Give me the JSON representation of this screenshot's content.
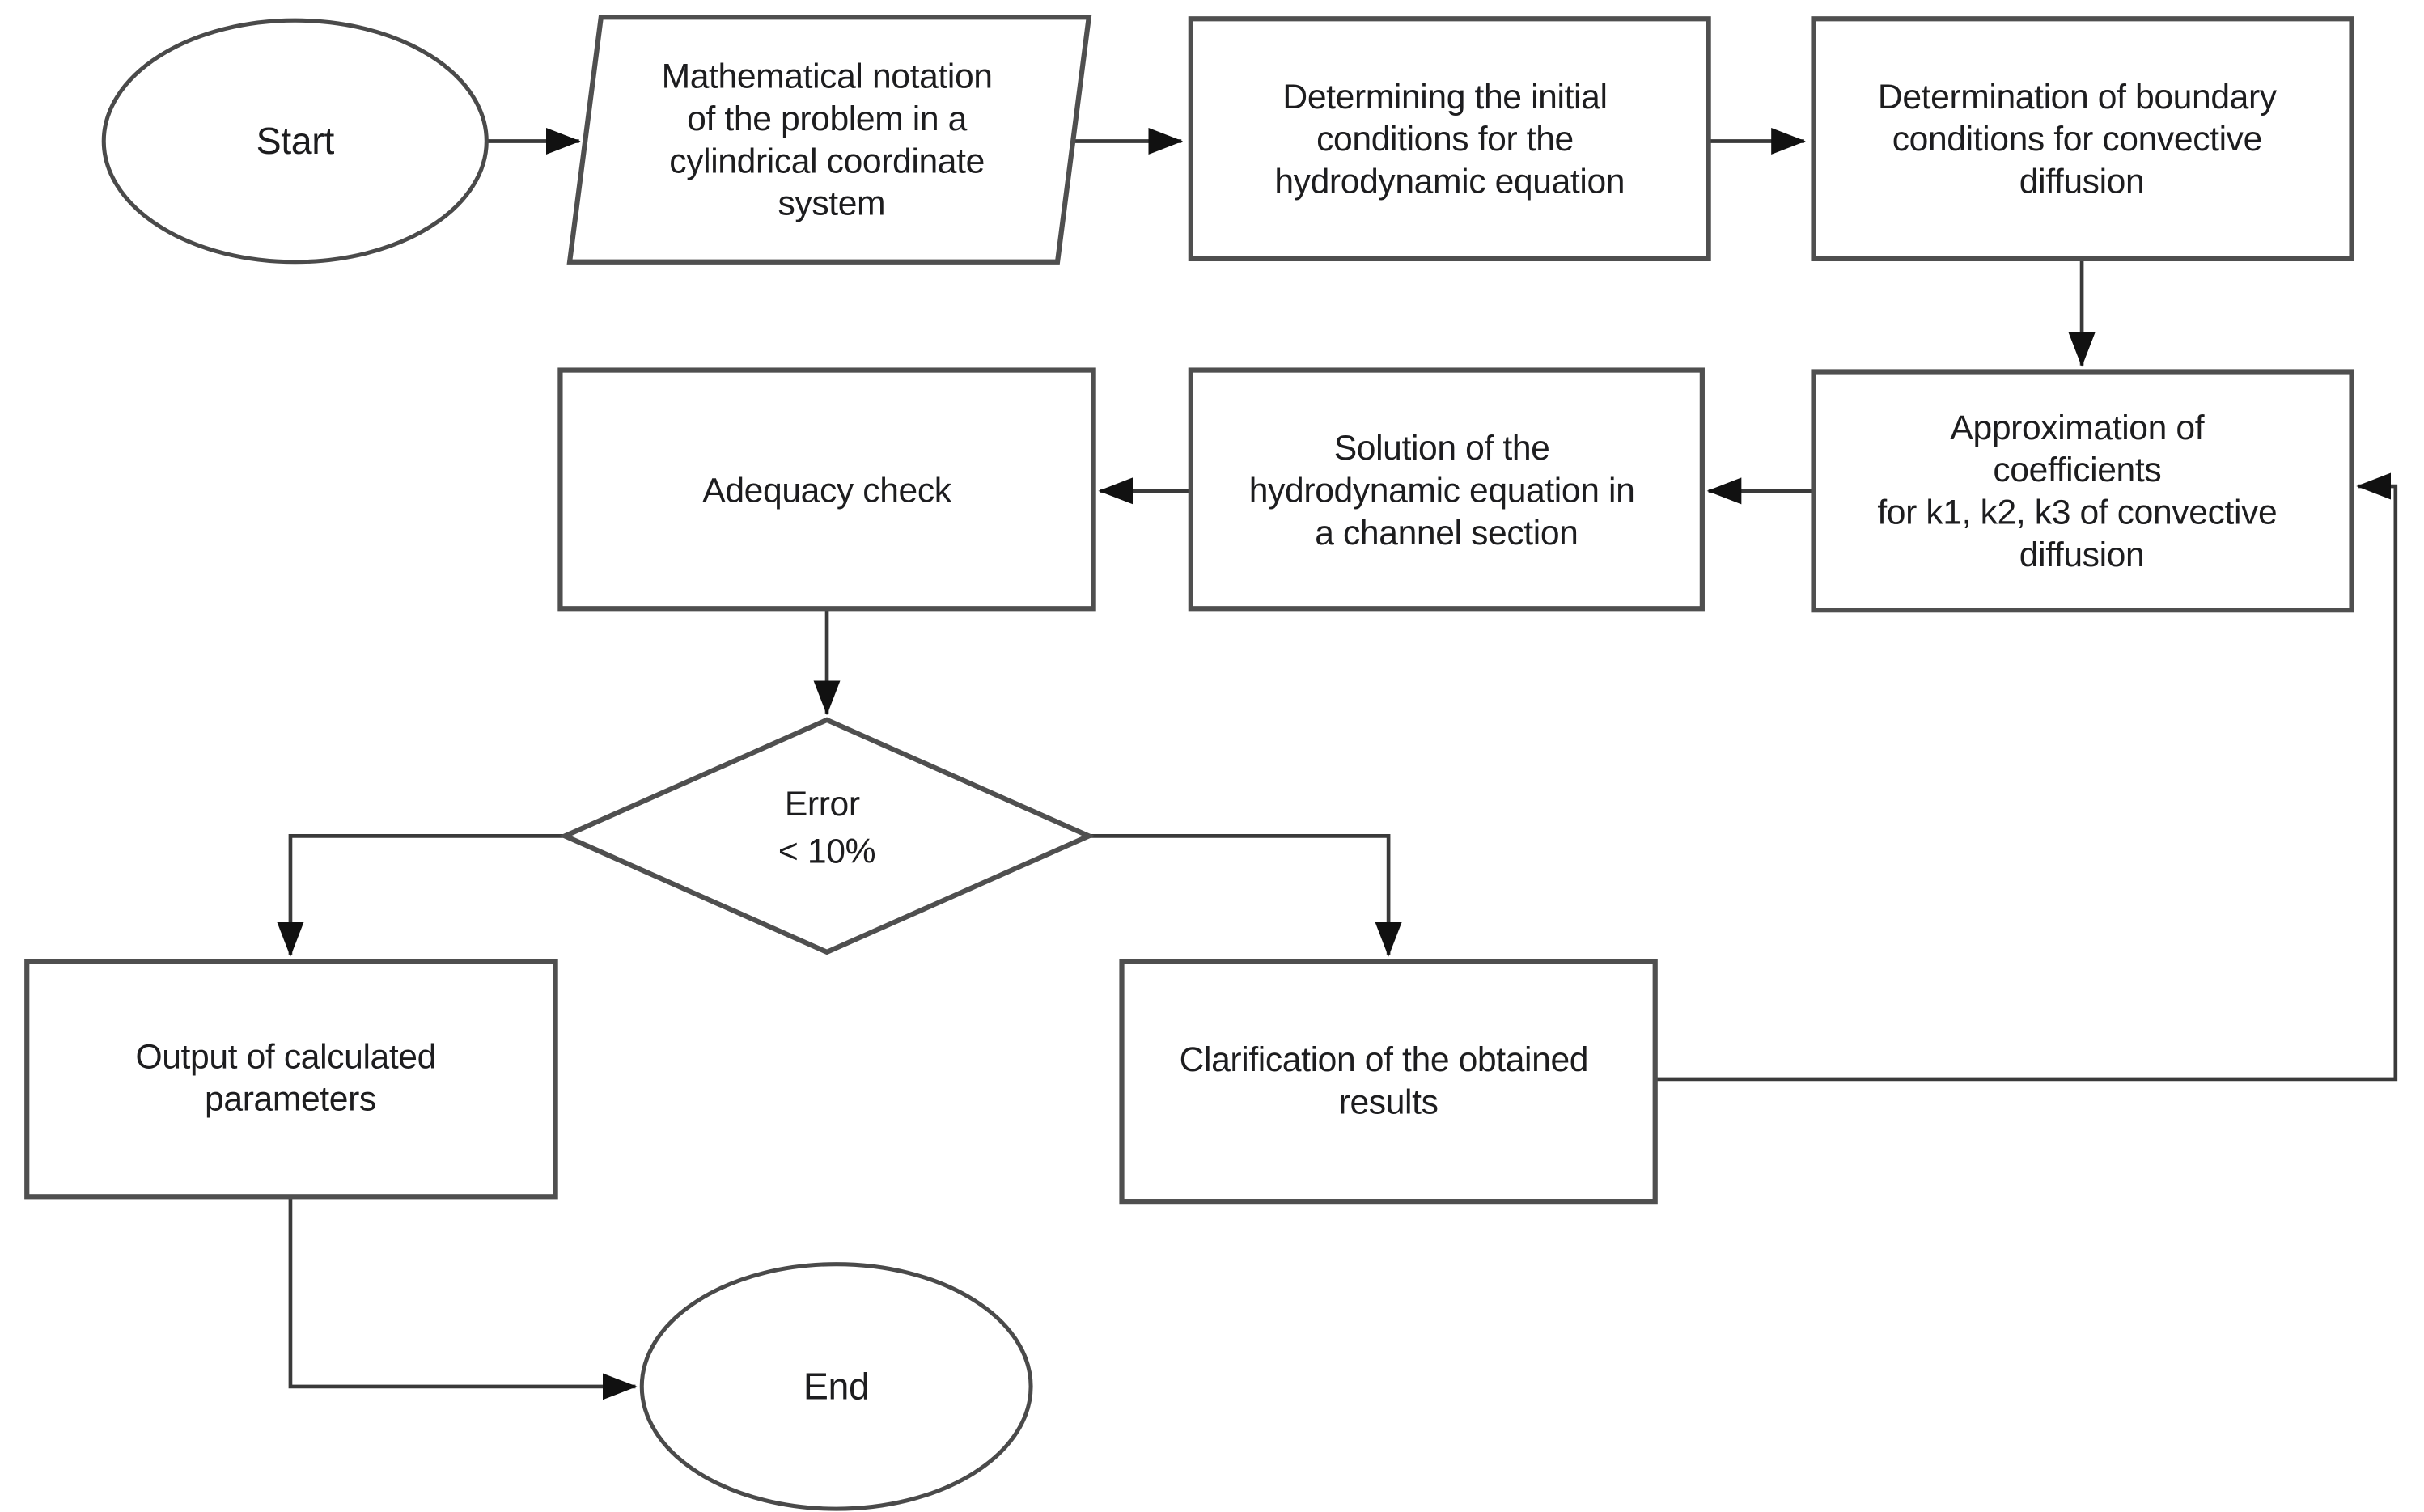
{
  "diagram": {
    "type": "flowchart",
    "colors": {
      "background": "#ffffff",
      "shape_fill": "#ffffff",
      "shape_border": "#4f4f4f",
      "connector": "#3a3a3a",
      "arrowhead": "#111111",
      "text": "#1d1d1f"
    },
    "nodes": {
      "start": {
        "shape": "ellipse",
        "label": "Start"
      },
      "math_notation": {
        "shape": "parallelogram",
        "label": "Mathematical notation of the problem in a cylindrical coordinate system",
        "lines": [
          "Mathematical notation",
          "of the problem in a",
          "cylindrical coordinate",
          "system"
        ]
      },
      "initial_conditions": {
        "shape": "process",
        "label": "Determining the initial conditions for the hydrodynamic equation",
        "lines": [
          "Determining the initial",
          "conditions for the",
          "hydrodynamic equation"
        ]
      },
      "boundary_conditions": {
        "shape": "process",
        "label": "Determination of boundary conditions for convective diffusion",
        "lines": [
          "Determination of boundary",
          "conditions for convective",
          "diffusion"
        ]
      },
      "approximation": {
        "shape": "process",
        "label": "Approximation of coefficients for k1, k2, k3 of convective diffusion",
        "lines": [
          "Approximation of",
          "coefficients",
          "for k1, k2, k3 of convective",
          "diffusion"
        ]
      },
      "solution": {
        "shape": "process",
        "label": "Solution of the hydrodynamic equation in a channel section",
        "lines": [
          "Solution of the",
          "hydrodynamic equation in",
          "a channel section"
        ]
      },
      "adequacy_check": {
        "shape": "process",
        "label": "Adequacy check",
        "lines": [
          "Adequacy check"
        ]
      },
      "error_decision": {
        "shape": "decision",
        "label": "Error < 10%",
        "lines": [
          "Error",
          "< 10%"
        ]
      },
      "output_parameters": {
        "shape": "process",
        "label": "Output of calculated parameters",
        "lines": [
          "Output of calculated",
          "parameters"
        ]
      },
      "clarification": {
        "shape": "process",
        "label": "Clarification of the obtained results",
        "lines": [
          "Clarification of the obtained",
          "results"
        ]
      },
      "end": {
        "shape": "ellipse",
        "label": "End"
      }
    },
    "edges": [
      {
        "from": "start",
        "to": "math_notation"
      },
      {
        "from": "math_notation",
        "to": "initial_conditions"
      },
      {
        "from": "initial_conditions",
        "to": "boundary_conditions"
      },
      {
        "from": "boundary_conditions",
        "to": "approximation"
      },
      {
        "from": "approximation",
        "to": "solution"
      },
      {
        "from": "solution",
        "to": "adequacy_check"
      },
      {
        "from": "adequacy_check",
        "to": "error_decision"
      },
      {
        "from": "error_decision",
        "to": "output_parameters"
      },
      {
        "from": "error_decision",
        "to": "clarification"
      },
      {
        "from": "output_parameters",
        "to": "end"
      },
      {
        "from": "clarification",
        "to": "approximation",
        "kind": "feedback-loop"
      }
    ]
  }
}
